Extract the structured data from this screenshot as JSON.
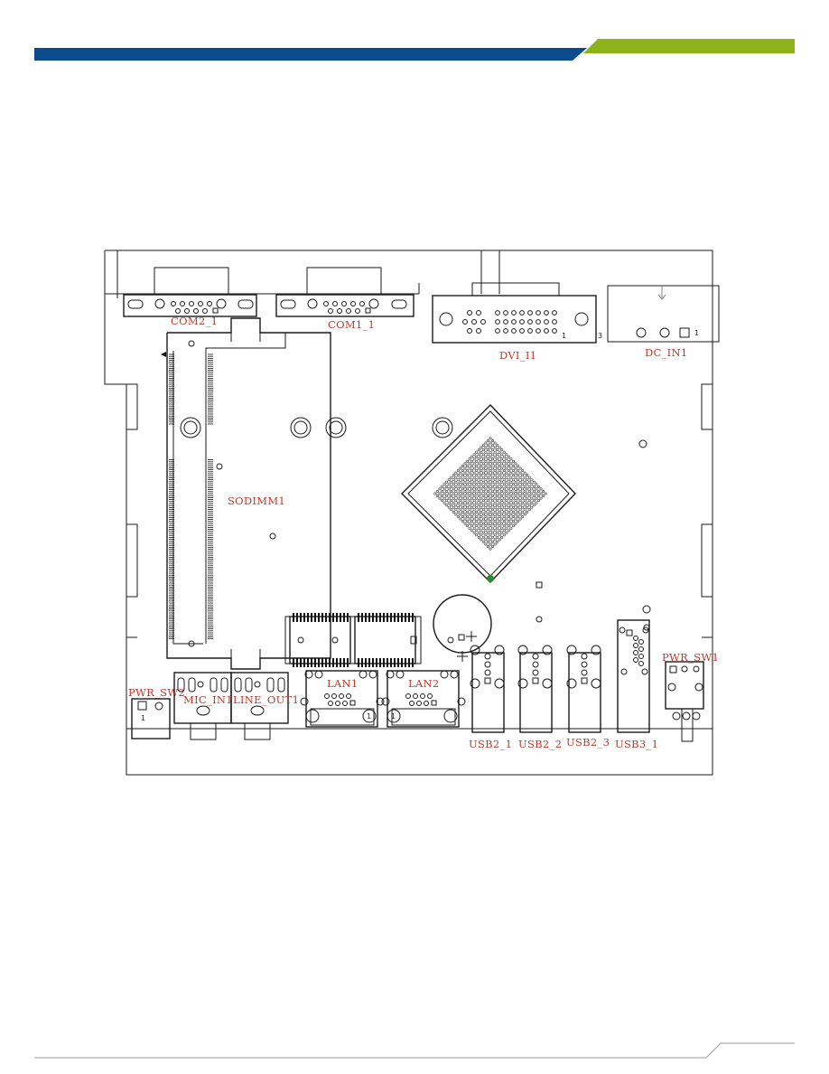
{
  "header": {
    "bar_color_blue": "#0b4a8c",
    "bar_color_green": "#8cb31a"
  },
  "board": {
    "labels": {
      "com2": "COM2_1",
      "com1": "COM1_1",
      "dvi": "DVI_I1",
      "dc_in": "DC_IN1",
      "sodimm": "SODIMM1",
      "pwr_sw2": "PWR_SW2",
      "mic_in": "MIC_IN1",
      "line_out": "LINE_OUT1",
      "lan1": "LAN1",
      "lan2": "LAN2",
      "pwr_sw1": "PWR_SW1",
      "usb2_1": "USB2_1",
      "usb2_2": "USB2_2",
      "usb2_3": "USB2_3",
      "usb3_1": "USB3_1"
    },
    "pin_marks": {
      "dvi_pin1": "1",
      "dvi_pin3": "3",
      "dc_pin1": "1",
      "pwr_sw2_pin": "1",
      "lan1_pin1": "1",
      "lan_pin_a": "1"
    },
    "label_color": "#c0392b"
  }
}
